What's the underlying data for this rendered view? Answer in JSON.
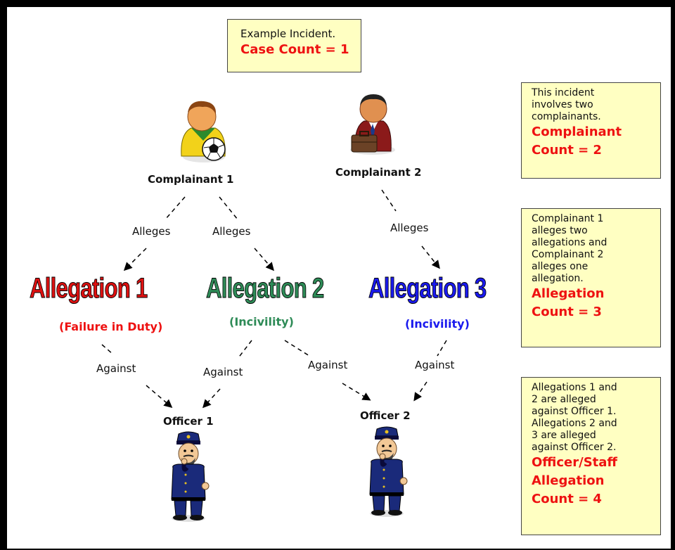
{
  "case_box": {
    "line1": "Example Incident.",
    "line2": "Case Count = 1"
  },
  "complainants": [
    {
      "label": "Complainant 1",
      "icon": "soccer-boy-icon"
    },
    {
      "label": "Complainant 2",
      "icon": "businessman-icon"
    }
  ],
  "edge_labels": {
    "alleges": [
      "Alleges",
      "Alleges",
      "Alleges"
    ],
    "against": [
      "Against",
      "Against",
      "Against",
      "Against"
    ]
  },
  "allegations": [
    {
      "title": "Allegation 1",
      "type": "(Failure in Duty)",
      "color": "#dd1111"
    },
    {
      "title": "Allegation 2",
      "type": "(Incivility)",
      "color": "#2e8b57"
    },
    {
      "title": "Allegation 3",
      "type": "(Incivility)",
      "color": "#1a1aee"
    }
  ],
  "officers": [
    {
      "label": "Officer 1",
      "icon": "police-officer-icon"
    },
    {
      "label": "Officer 2",
      "icon": "police-officer-icon"
    }
  ],
  "side_notes": [
    {
      "text": [
        "This incident",
        "involves two",
        "complainants."
      ],
      "count": [
        "Complainant",
        "Count = 2"
      ]
    },
    {
      "text": [
        "Complainant 1",
        "alleges two",
        "allegations and",
        "Complainant 2",
        "alleges one",
        "allegation."
      ],
      "count": [
        "Allegation",
        "Count = 3"
      ]
    },
    {
      "text": [
        "Allegations 1 and",
        "2 are alleged",
        "against Officer 1.",
        "Allegations 2 and",
        "3 are alleged",
        "against Officer 2."
      ],
      "count": [
        "Officer/Staff",
        "Allegation",
        "Count = 4"
      ]
    }
  ]
}
